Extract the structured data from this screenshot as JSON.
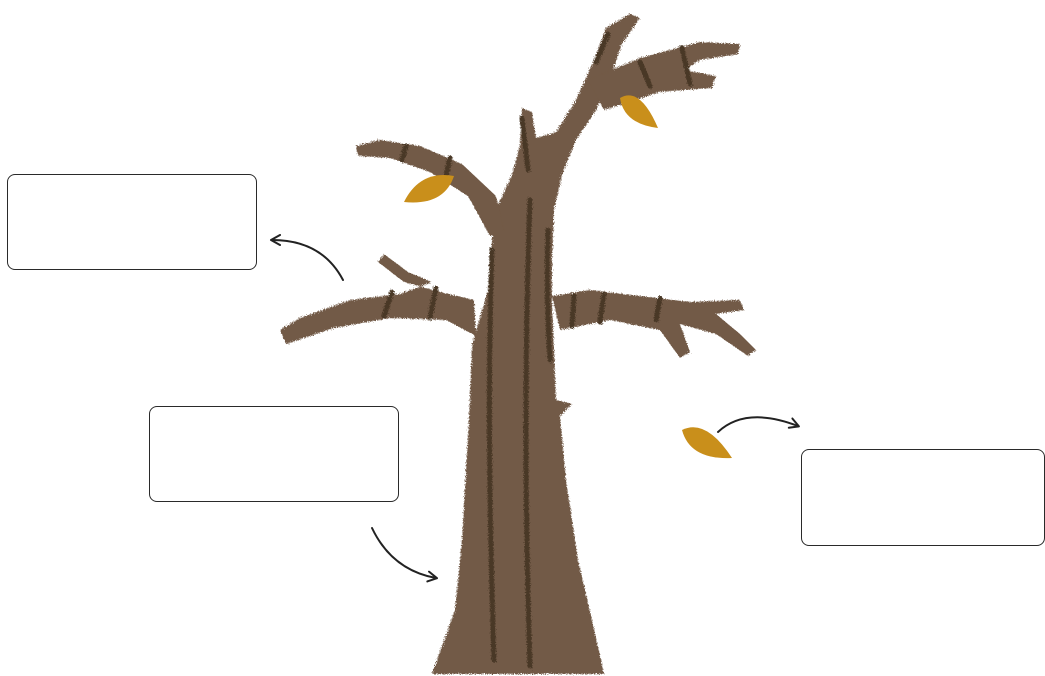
{
  "diagram": {
    "subject": "tree",
    "labels": [
      {
        "id": "branch",
        "text": ""
      },
      {
        "id": "trunk",
        "text": ""
      },
      {
        "id": "leaf",
        "text": ""
      }
    ]
  },
  "colors": {
    "bark": "#725a46",
    "bark_stripe": "#4a3828",
    "leaf": "#c98f1b",
    "outline": "#222222"
  }
}
